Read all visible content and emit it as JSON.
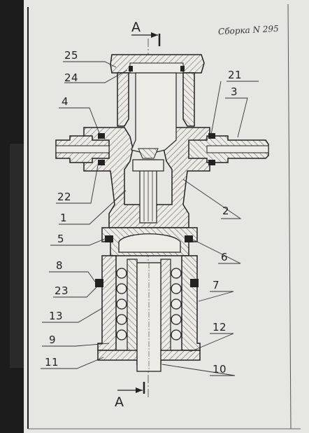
{
  "title": "Сборка N 295",
  "section_top": "A",
  "section_bottom": "A",
  "labels": {
    "p25": "25",
    "p24": "24",
    "p4": "4",
    "p21": "21",
    "p3": "3",
    "p22": "22",
    "p2": "2",
    "p1": "1",
    "p5": "5",
    "p6": "6",
    "p8": "8",
    "p7": "7",
    "p23": "23",
    "p13": "13",
    "p12": "12",
    "p9": "9",
    "p11": "11",
    "p10": "10"
  }
}
